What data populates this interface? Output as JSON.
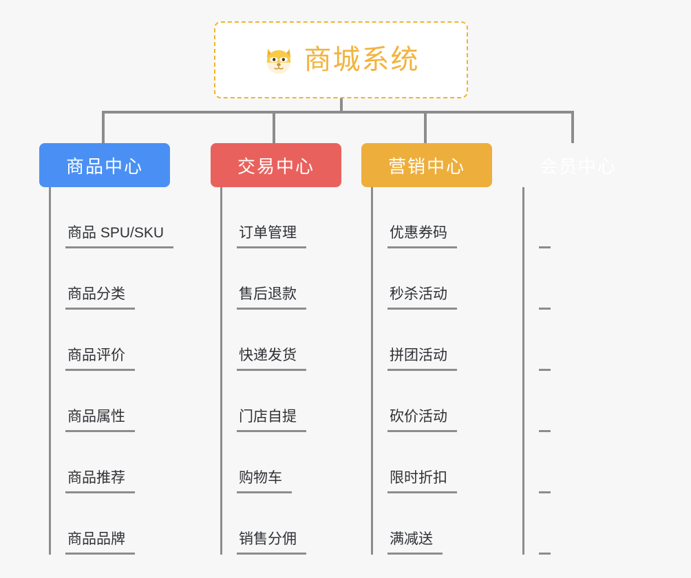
{
  "page": {
    "background_color": "#f7f7f7",
    "connector_color": "#8c8c8c"
  },
  "root": {
    "title": "商城系统",
    "icon": "dog-face-emoji",
    "emoji": "🐶",
    "text_color": "#f2b33d",
    "border_color": "#f0b429",
    "background_color": "#ffffff"
  },
  "columns": [
    {
      "label": "商品中心",
      "color": "#4a90f4",
      "items": [
        "商品 SPU/SKU",
        "商品分类",
        "商品评价",
        "商品属性",
        "商品推荐",
        "商品品牌"
      ]
    },
    {
      "label": "交易中心",
      "color": "#e9615d",
      "items": [
        "订单管理",
        "售后退款",
        "快递发货",
        "门店自提",
        "购物车",
        "销售分佣"
      ]
    },
    {
      "label": "营销中心",
      "color": "#eeae3b",
      "items": [
        "优惠券码",
        "秒杀活动",
        "拼团活动",
        "砍价活动",
        "限时折扣",
        "满减送"
      ]
    },
    {
      "label": "会员中心",
      "color": "#7cc košt"
    }
  ]
}
